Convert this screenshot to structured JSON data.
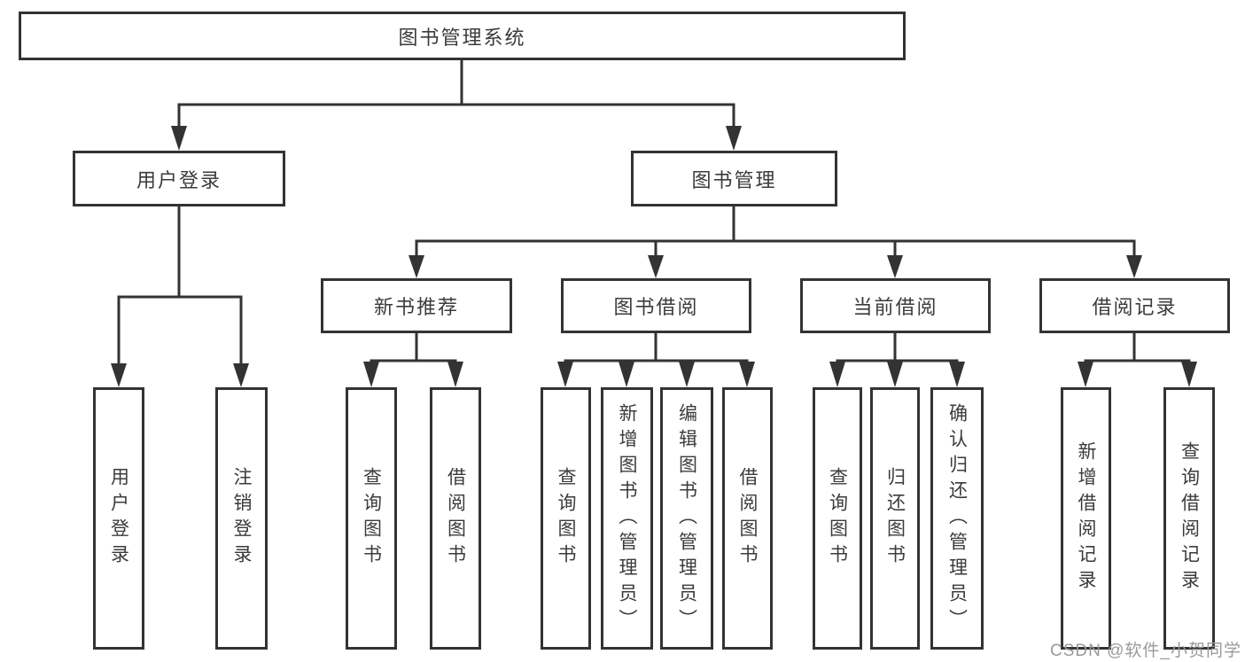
{
  "diagram": {
    "title": "图书管理系统",
    "colors": {
      "line": "#333333",
      "text": "#3b3b3b",
      "background": "#ffffff",
      "watermark": "#9a9a9a"
    },
    "nodes": {
      "root": {
        "label": "图书管理系统"
      },
      "user_login": {
        "label": "用户登录"
      },
      "book_mgmt": {
        "label": "图书管理"
      },
      "new_book_rec": {
        "label": "新书推荐"
      },
      "book_borrow": {
        "label": "图书借阅"
      },
      "current_borrow": {
        "label": "当前借阅"
      },
      "borrow_records": {
        "label": "借阅记录"
      },
      "leaf_user_login": {
        "label": "用户登录"
      },
      "leaf_logout": {
        "label": "注销登录"
      },
      "leaf_nbr_query_books": {
        "label": "查询图书"
      },
      "leaf_nbr_borrow_books": {
        "label": "借阅图书"
      },
      "leaf_bb_query_books": {
        "label": "查询图书"
      },
      "leaf_bb_add_books": {
        "label": "新增图书（管理员）"
      },
      "leaf_bb_edit_books": {
        "label": "编辑图书（管理员）"
      },
      "leaf_bb_borrow_books": {
        "label": "借阅图书"
      },
      "leaf_cb_query_books": {
        "label": "查询图书"
      },
      "leaf_cb_return_books": {
        "label": "归还图书"
      },
      "leaf_cb_confirm_return": {
        "label": "确认归还（管理员）"
      },
      "leaf_br_add_record": {
        "label": "新增借阅记录"
      },
      "leaf_br_query_record": {
        "label": "查询借阅记录"
      }
    },
    "watermark": "CSDN @软件_小贺同学"
  }
}
